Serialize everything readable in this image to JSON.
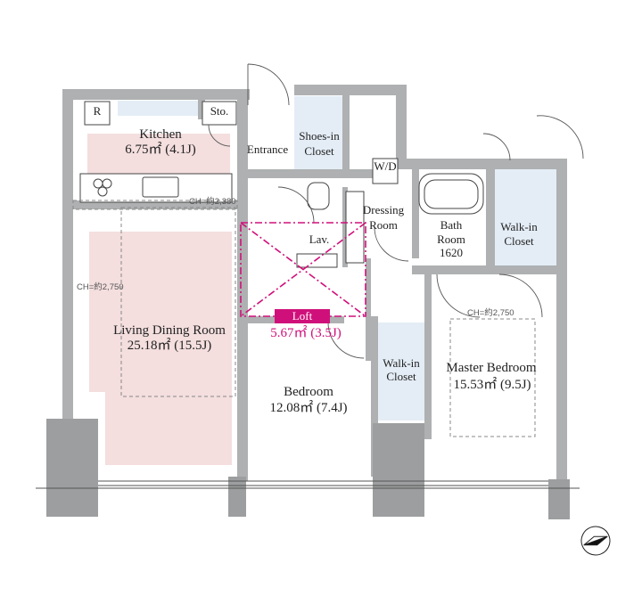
{
  "rooms": {
    "kitchen": {
      "name": "Kitchen",
      "area": "6.75㎡ (4.1J)"
    },
    "ldk": {
      "name": "Living Dining Room",
      "area": "25.18㎡ (15.5J)"
    },
    "bedroom": {
      "name": "Bedroom",
      "area": "12.08㎡ (7.4J)"
    },
    "master": {
      "name": "Master Bedroom",
      "area": "15.53㎡ (9.5J)"
    },
    "loft": {
      "name": "Loft",
      "area": "5.67㎡ (3.5J)"
    }
  },
  "labels": {
    "entrance": "Entrance",
    "shoes_in": "Shoes-in",
    "closet": "Closet",
    "wd": "W/D",
    "dressing": "Dressing",
    "room": "Room",
    "bath": "Bath",
    "bath_size": "1620",
    "lav": "Lav.",
    "walk_in": "Walk-in",
    "refrigerator": "R",
    "storage": "Sto."
  },
  "ceiling_heights": {
    "kitchen": "CH=約2,380",
    "living": "CH=約2,750",
    "master": "CH=約2,750"
  },
  "colors": {
    "wall": "#aeb0b1",
    "wall_dark": "#9c9e9f",
    "ldk_fill": "#f4dede",
    "closet_fill": "#e4edf6",
    "loft_accent": "#d0107a"
  },
  "compass": "north-arrow-icon"
}
